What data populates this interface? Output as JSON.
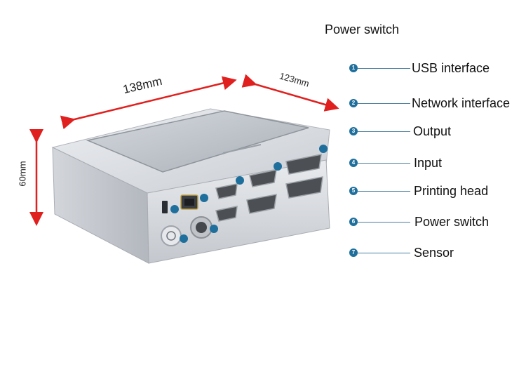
{
  "title": "Power switch",
  "dimensions": {
    "width": "138mm",
    "depth": "123mm",
    "height": "60mm"
  },
  "legend": [
    {
      "num": "1",
      "label": "USB interface"
    },
    {
      "num": "2",
      "label": "Network interface"
    },
    {
      "num": "3",
      "label": "Output"
    },
    {
      "num": "4",
      "label": "Input"
    },
    {
      "num": "5",
      "label": "Printing head"
    },
    {
      "num": "6",
      "label": "Power switch"
    },
    {
      "num": "7",
      "label": "Sensor"
    }
  ],
  "colors": {
    "marker": "#1f6f9d",
    "leader": "#4a7f9e",
    "arrow": "#e0201e",
    "case": "#d9dde2",
    "screen": "#b9bfc6"
  }
}
